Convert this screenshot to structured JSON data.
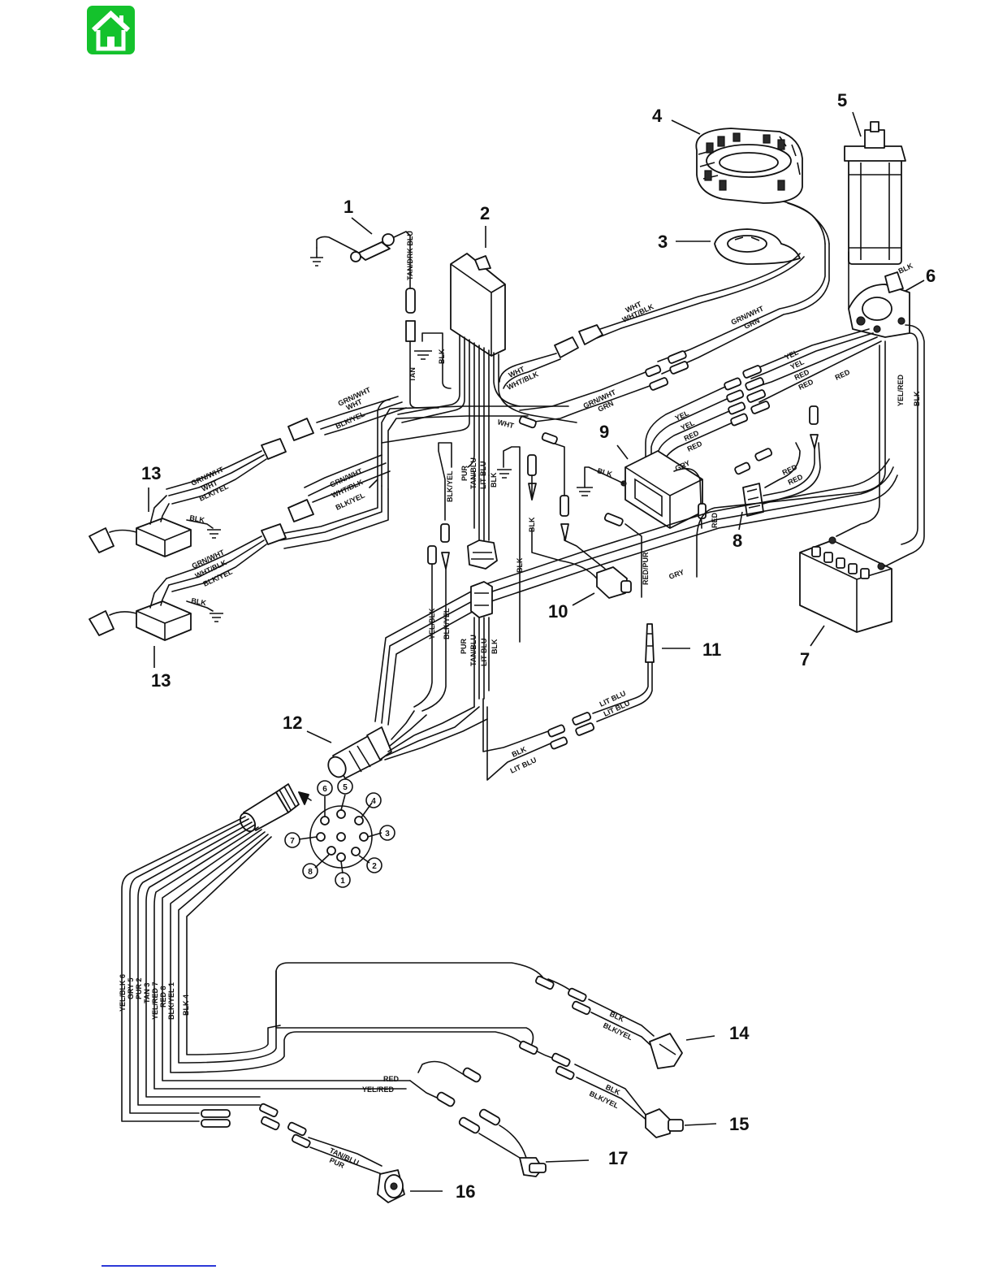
{
  "home": {
    "icon": "home-icon",
    "color": "#14c22c"
  },
  "callouts": {
    "c1": "1",
    "c2": "2",
    "c3": "3",
    "c4": "4",
    "c5": "5",
    "c6": "6",
    "c7": "7",
    "c8": "8",
    "c9": "9",
    "c10": "10",
    "c11": "11",
    "c12": "12",
    "c13a": "13",
    "c13b": "13",
    "c14": "14",
    "c15": "15",
    "c16": "16",
    "c17": "17"
  },
  "wire_labels": {
    "tan_drk_blu": "TAN/DRK BLU",
    "tan": "TAN",
    "blk_ground_2": "BLK",
    "wht_stator": "WHT",
    "wht_blk_stator": "WHT/BLK",
    "grn_wht_stator": "GRN/WHT",
    "grn_stator": "GRN",
    "wht_harness": "WHT",
    "wht_blk_harness": "WHT/BLK",
    "grn_wht_lower": "GRN/WHT",
    "grn_lower": "GRN",
    "yel_1": "YEL",
    "yel_2": "YEL",
    "red_1": "RED",
    "red_2": "RED",
    "red_3": "RED",
    "yel_3": "YEL",
    "yel_4": "YEL",
    "red_4": "RED",
    "red_5": "RED",
    "yel_red_6": "YEL/RED",
    "blk_6": "BLK",
    "blk_5": "BLK",
    "grn_wht_c1": "GRN/WHT",
    "wht_c1": "WHT",
    "blk_yel_c1": "BLK/YEL",
    "grn_wht_c2": "GRN/WHT",
    "wht_blk_c2": "WHT/BLK",
    "blk_yel_c2": "BLK/YEL",
    "grn_wht_13a": "GRN/WHT",
    "wht_13a": "WHT",
    "blk_yel_13a": "BLK/YEL",
    "blk_13a": "BLK",
    "grn_wht_13b": "GRN/WHT",
    "wht_blk_13b": "WHT/BLK",
    "blk_yel_13b": "BLK/YEL",
    "blk_13b": "BLK",
    "blk_yel_v": "BLK/YEL",
    "pur_v": "PUR",
    "tan_blu_v": "TAN/BLU",
    "lt_blu_v": "LIT BLU",
    "blk_v": "BLK",
    "wht_short": "WHT",
    "blk_9": "BLK",
    "gry_9": "GRY",
    "red_8": "RED",
    "red_8a": "RED",
    "red_8b": "RED",
    "blk_10": "BLK",
    "red_pur": "RED/PUR",
    "gry_main": "GRY",
    "blk_main": "BLK",
    "yel_blk_v2": "YEL/BLK",
    "blk_yel_v2": "BLK/YEL",
    "pur_v2": "PUR",
    "tan_blu_v2": "TAN/BLU",
    "lt_blu_v2": "LIT BLU",
    "blk_v2": "BLK",
    "lt_blu_11a": "LIT BLU",
    "lt_blu_11b": "LIT BLU",
    "blk_low": "BLK",
    "lt_blu_low": "LIT BLU",
    "yel_blk_6": "YEL/BLK 6",
    "gry_5": "GRY 5",
    "pur_2": "PUR 2",
    "tan_3": "TAN 3",
    "yel_red_7": "YEL/RED 7",
    "red_8_num": "RED 8",
    "blk_yel_1": "BLK/YEL 1",
    "blk_4": "BLK 4",
    "blk_14": "BLK",
    "blk_yel_14": "BLK/YEL",
    "blk_15": "BLK",
    "blk_yel_15": "BLK/YEL",
    "red_17": "RED",
    "yel_red_17": "YEL/RED",
    "tan_blu_16": "TAN/BLU",
    "pur_16": "PUR"
  },
  "connector_pins": {
    "p1": "1",
    "p2": "2",
    "p3": "3",
    "p4": "4",
    "p5": "5",
    "p6": "6",
    "p7": "7",
    "p8": "8"
  }
}
